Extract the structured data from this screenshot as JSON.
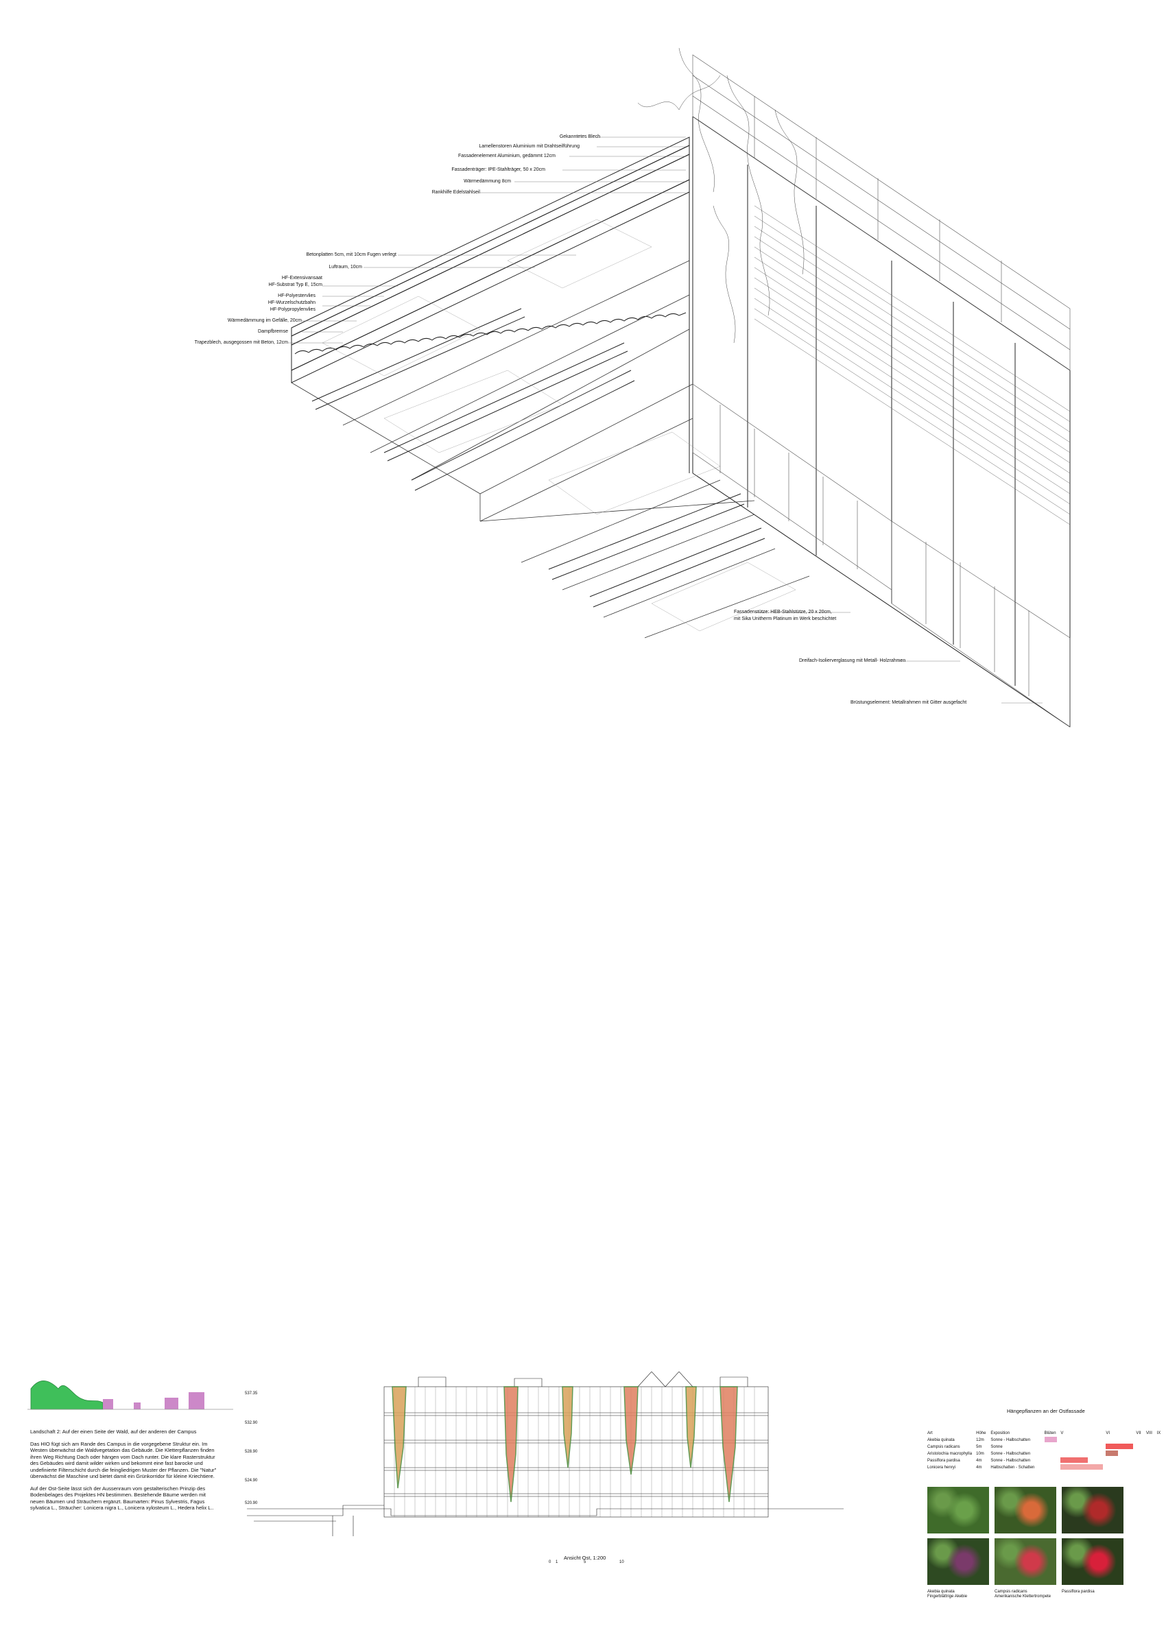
{
  "axonometric": {
    "labels_left": [
      "Gekanntetes Blech",
      "Lamellenstoren Aluminium mit Drahtseilführung",
      "Fassadenelement Aluminium, gedämmt 12cm",
      "Fassadenträger: IPE-Stahlträger, 50 x 20cm",
      "Wärmedämmung 8cm",
      "Rankhilfe Edelstahlseil",
      "Betonplatten 5cm, mit 10cm Fugen verlegt",
      "Luftraum, 10cm",
      "HF-Extensivansaat",
      "HF-Substrat Typ E, 15cm",
      "HF-Polyestervlies",
      "HF-Wurzelschutzbahn",
      "HF-Polypropylenvlies",
      "Wärmedämmung im Gefälle, 20cm",
      "Dampfbremse",
      "Trapezblech, ausgegossen mit Beton, 12cm"
    ],
    "labels_right": [
      "Fassadenstütze: HEB-Stahlstütze, 20 x 20cm,",
      "mit Sika Unitherm Platinum im Werk beschichtet",
      "Dreifach-Isolierverglasung mit Metall- Holzrahmen",
      "Brüstungselement: Metallrahmen mit Gitter ausgefacht"
    ]
  },
  "landscape": {
    "title": "Landschaft 2: Auf der einen Seite der Wald, auf der anderen der Campus",
    "paragraph1": "Das HIO fügt sich am Rande des Campus in die vorgegebene Struktur ein. Im Westen überwächst die Waldvegetation das Gebäude. Die Kletterpflanzen finden ihren Weg Richtung Dach oder hängen vom Dach runter. Die klare Rasterstruktur des Gebäudes wird damit wilder wirken und bekommt eine fast barocke und undefinierte Filterschicht durch die feingliedrigen Muster der Pflanzen. Die \"Natur\" überwächst die Maschine und bietet damit ein Grünkorridor für kleine Kriechtiere.",
    "paragraph2": "Auf der Ost-Seite lässt sich der Aussenraum vom gestalterischen Prinzip des Bodenbelages des Projektes HN bestimmen. Bestehende Bäume werden mit neuen Bäumen und Sträuchern ergänzt. Baumarten: Pinus Sylvestris, Fagus sylvatica L., Sträucher: Lonicera nigra L., Lonicera xylosteum L., Hedera helix L.."
  },
  "elevation": {
    "levels": [
      "537.35",
      "532.90",
      "528.90",
      "524.90",
      "520.90"
    ],
    "title": "Ansicht Ost, 1:200",
    "scale_ticks": [
      "0",
      "1",
      "5",
      "10"
    ]
  },
  "plants": {
    "title": "Hängepflanzen an der Ostfassade",
    "headers": [
      "Art",
      "Höhe",
      "Exposition",
      "Blüten",
      "V",
      "VI",
      "VII",
      "VIII",
      "IX"
    ],
    "rows": [
      {
        "art": "Akebia quinata",
        "hoehe": "12m",
        "exposition": "Sonne - Halbschatten",
        "color": "#e8a6cc",
        "start": 0,
        "span": 1
      },
      {
        "art": "Campsis radicans",
        "hoehe": "5m",
        "exposition": "Sonne",
        "color": "#f05a5a",
        "start": 2,
        "span": 2
      },
      {
        "art": "Aristolochia macrophylla",
        "hoehe": "10m",
        "exposition": "Sonne - Halbschatten",
        "color": "#c87a6e",
        "start": 2,
        "span": 1
      },
      {
        "art": "Passiflora pardisa",
        "hoehe": "4m",
        "exposition": "Sonne - Halbschatten",
        "color": "#f07070",
        "start": 1,
        "span": 2
      },
      {
        "art": "Lonicera henryi",
        "hoehe": "4m",
        "exposition": "Halbschatten - Schatten",
        "color": "#f3a8a8",
        "start": 1,
        "span": 3
      }
    ],
    "photos": [
      {
        "caption": "",
        "bg": "#3f6b2a",
        "accent": "#6aa04a"
      },
      {
        "caption": "",
        "bg": "#3a5a24",
        "accent": "#d96a3a"
      },
      {
        "caption": "",
        "bg": "#2a3a1e",
        "accent": "#b02a2a"
      },
      {
        "caption": "Akebia quinata\nFingerblättrige Akebie",
        "bg": "#2e4a22",
        "accent": "#7a3a6a"
      },
      {
        "caption": "Campsis radicans\nAmerikanische Klettertrompete",
        "bg": "#4a6a30",
        "accent": "#d03a4a"
      },
      {
        "caption": "Passiflora pardisa",
        "bg": "#2a3e1c",
        "accent": "#d8203a"
      }
    ]
  }
}
